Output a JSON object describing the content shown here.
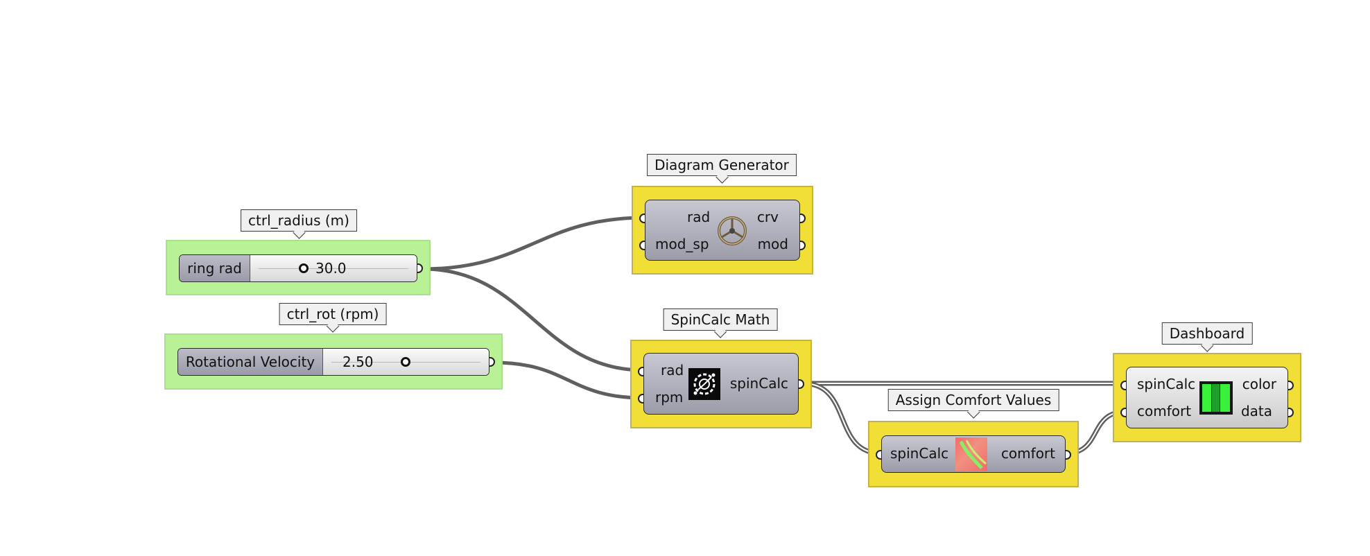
{
  "sliders": {
    "radius": {
      "group_label": "ctrl_radius (m)",
      "name": "ring rad",
      "value": "30.0",
      "normalized": 0.35
    },
    "rotation": {
      "group_label": "ctrl_rot (rpm)",
      "name": "Rotational Velocity",
      "value": "2.50",
      "normalized": 0.45
    }
  },
  "components": {
    "diagram": {
      "group_label": "Diagram Generator",
      "inputs": [
        "rad",
        "mod_sp"
      ],
      "outputs": [
        "crv",
        "mod"
      ],
      "icon": "wheel-spokes-icon"
    },
    "spincalc": {
      "group_label": "SpinCalc Math",
      "inputs": [
        "rad",
        "rpm"
      ],
      "outputs": [
        "spinCalc"
      ],
      "icon": "spin-gear-icon"
    },
    "comfort": {
      "group_label": "Assign Comfort Values",
      "inputs": [
        "spinCalc"
      ],
      "outputs": [
        "comfort"
      ],
      "icon": "comfort-gradient-icon"
    },
    "dashboard": {
      "group_label": "Dashboard",
      "inputs": [
        "spinCalc",
        "comfort"
      ],
      "outputs": [
        "color",
        "data"
      ],
      "icon": "dashboard-bars-icon"
    }
  },
  "colors": {
    "canvas": "#ffffff",
    "group_yellow": "#f1df38",
    "group_green": "#b9f296",
    "wire": "#5a5a5a",
    "component": "#b4b4c0"
  }
}
